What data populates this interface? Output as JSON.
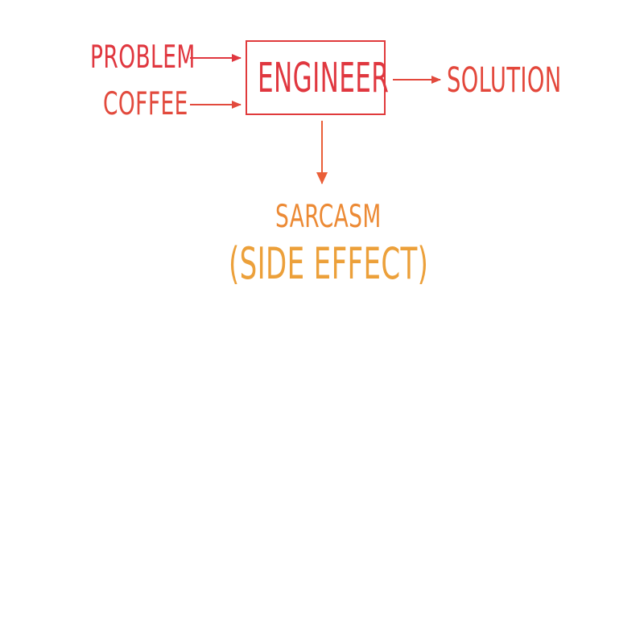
{
  "diagram": {
    "inputs": [
      {
        "label": "PROBLEM"
      },
      {
        "label": "COFFEE"
      }
    ],
    "process": {
      "label": "ENGINEER"
    },
    "output": {
      "label": "SOLUTION"
    },
    "side_effect": {
      "label": "SARCASM",
      "note": "(SIDE EFFECT)"
    }
  },
  "colors": {
    "background": "#ffffff",
    "red": "#e0373f",
    "red_orange": "#e24a3d",
    "orange": "#ec8a35",
    "amber": "#eca03a"
  }
}
